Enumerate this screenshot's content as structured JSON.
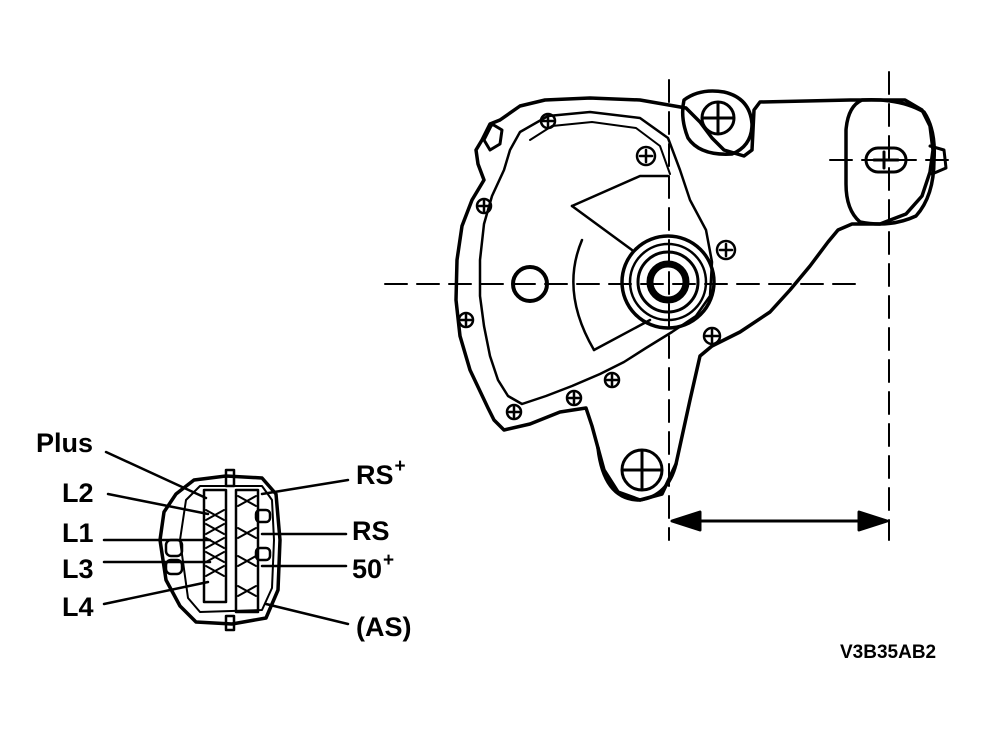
{
  "connector": {
    "left_pins": [
      "Plus",
      "L2",
      "L1",
      "L3",
      "L4"
    ],
    "right_pins": [
      {
        "base": "RS",
        "sup": "+"
      },
      {
        "base": "RS",
        "sup": ""
      },
      {
        "base": "50",
        "sup": "+"
      },
      {
        "base": "(AS)",
        "sup": ""
      }
    ]
  },
  "figure_code": "V3B35AB2",
  "colors": {
    "ink": "#000000",
    "paper": "#ffffff"
  }
}
